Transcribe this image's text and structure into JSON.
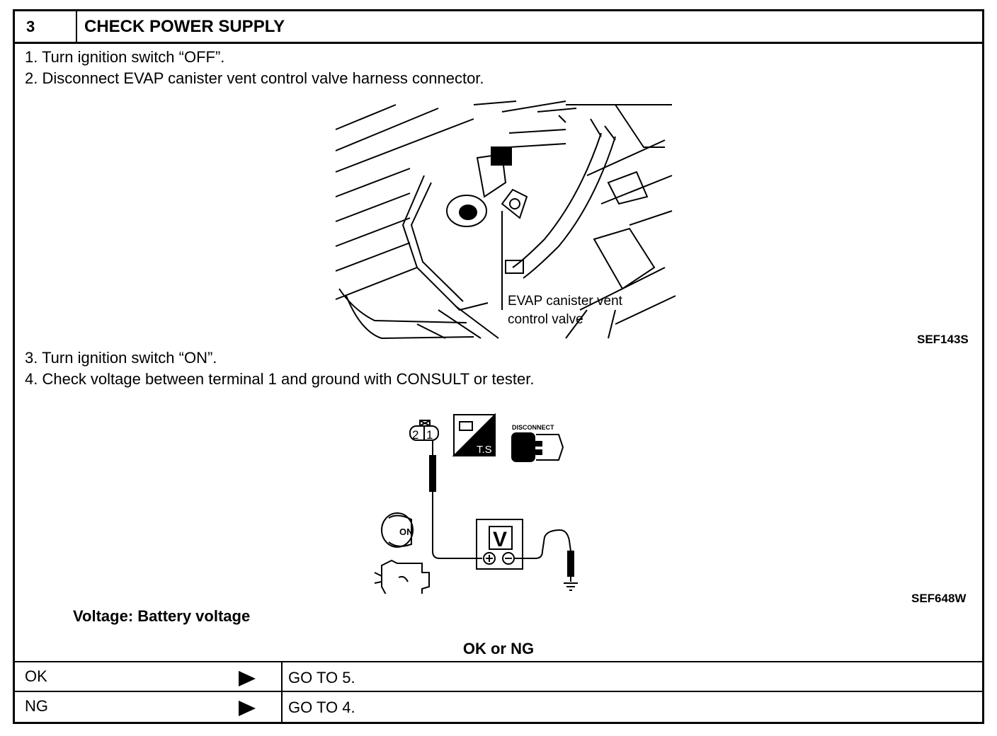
{
  "header": {
    "step_number": "3",
    "title": "CHECK POWER SUPPLY"
  },
  "instructions": {
    "step1": "1.  Turn ignition switch “OFF”.",
    "step2": "2.  Disconnect EVAP canister vent control valve harness connector.",
    "step3": "3.  Turn ignition switch “ON”.",
    "step4": "4.  Check voltage between terminal 1 and ground with CONSULT or tester."
  },
  "figure1": {
    "callout_line1": "EVAP canister vent",
    "callout_line2": "control valve",
    "code": "SEF143S"
  },
  "figure2": {
    "connector_pin2": "2",
    "connector_pin1": "1",
    "ts_label": "T.S",
    "disconnect_label": "DISCONNECT",
    "meter_label": "V",
    "ignition_label": "ON",
    "code": "SEF648W"
  },
  "specification": "Voltage: Battery voltage",
  "result": {
    "heading": "OK or NG",
    "rows": [
      {
        "label": "OK",
        "action": "GO TO 5."
      },
      {
        "label": "NG",
        "action": "GO TO 4."
      }
    ]
  }
}
